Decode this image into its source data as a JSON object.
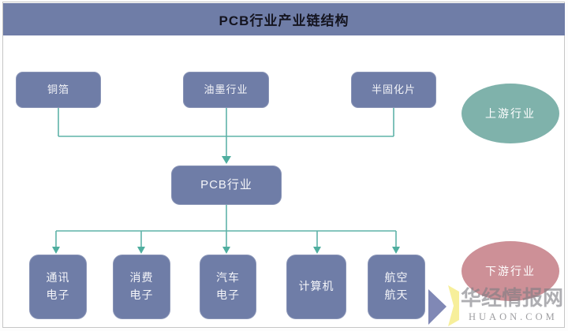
{
  "title": "PCB行业产业链结构",
  "upstream": {
    "nodes": [
      {
        "id": "copper-foil",
        "label": "铜箔"
      },
      {
        "id": "ink-industry",
        "label": "油墨行业"
      },
      {
        "id": "prepreg",
        "label": "半固化片"
      }
    ],
    "ellipse_label": "上游行业"
  },
  "center_node": {
    "id": "pcb-industry",
    "label": "PCB行业"
  },
  "downstream": {
    "nodes": [
      {
        "id": "telecom-electronics",
        "label": "通讯\n电子"
      },
      {
        "id": "consumer-electronics",
        "label": "消费\n电子"
      },
      {
        "id": "automotive-electronics",
        "label": "汽车\n电子"
      },
      {
        "id": "computer",
        "label": "计算机"
      },
      {
        "id": "aerospace",
        "label": "航空\n航天"
      }
    ],
    "ellipse_label": "下游行业"
  },
  "watermark": {
    "name": "华经情报网",
    "domain": "HUAON.COM"
  },
  "colors": {
    "header_and_nodes": "#6f7da7",
    "upstream_ellipse": "#7fb2ab",
    "downstream_ellipse": "#cd9097",
    "connector_line": "#5fb3a8",
    "title_text": "#14141f",
    "node_text": "#f4f5f9",
    "watermark_gray": "#9e9ea1",
    "logo_blue": "#8088b5",
    "logo_yellow": "#f7ef9b"
  }
}
